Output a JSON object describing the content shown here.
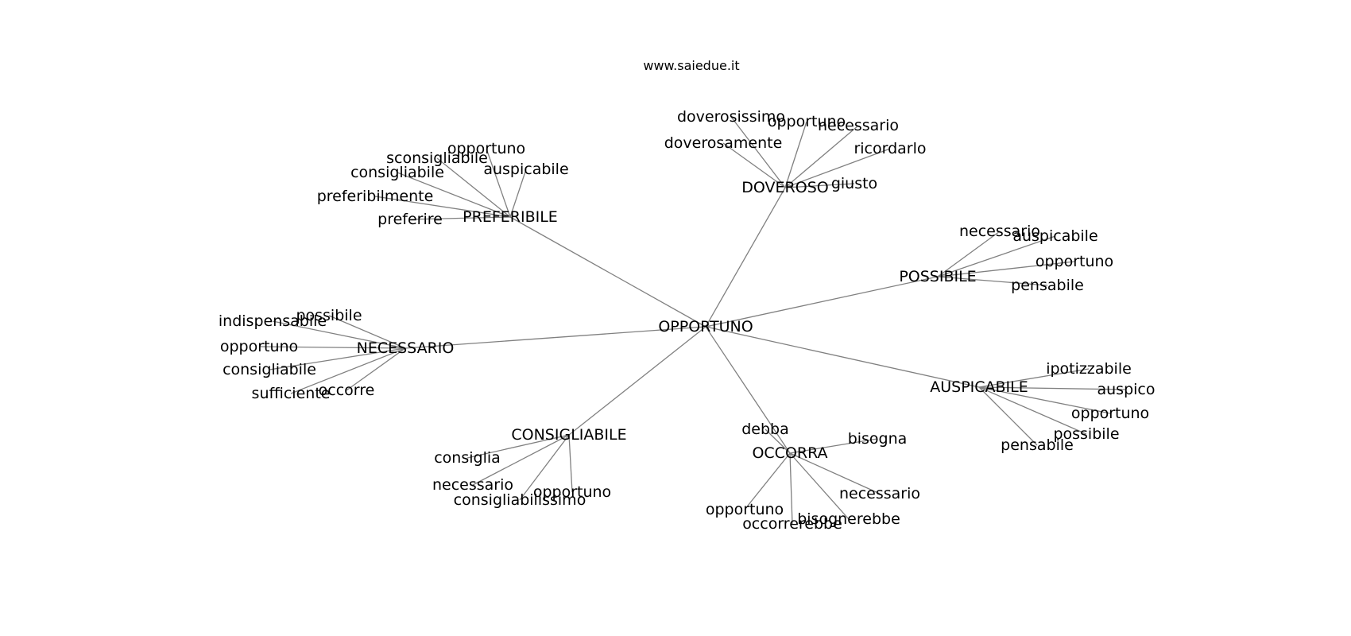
{
  "site_title": "www.saiedue.it",
  "graph": {
    "root": "OPPORTUNO",
    "groups": [
      {
        "label": "DOVEROSO",
        "children": [
          "doverosissimo",
          "opportuno",
          "necessario",
          "doverosamente",
          "ricordarlo",
          "giusto"
        ]
      },
      {
        "label": "PREFERIBILE",
        "children": [
          "opportuno",
          "sconsigliabile",
          "consigliabile",
          "auspicabile",
          "preferibilmente",
          "preferire"
        ]
      },
      {
        "label": "POSSIBILE",
        "children": [
          "necessario",
          "auspicabile",
          "opportuno",
          "pensabile"
        ]
      },
      {
        "label": "NECESSARIO",
        "children": [
          "possibile",
          "indispensabile",
          "opportuno",
          "consigliabile",
          "sufficiente",
          "occorre"
        ]
      },
      {
        "label": "AUSPICABILE",
        "children": [
          "ipotizzabile",
          "auspico",
          "opportuno",
          "possibile",
          "pensabile"
        ]
      },
      {
        "label": "CONSIGLIABILE",
        "children": [
          "consiglia",
          "necessario",
          "consigliabilissimo",
          "opportuno"
        ]
      },
      {
        "label": "OCCORRA",
        "children": [
          "debba",
          "bisogna",
          "necessario",
          "opportuno",
          "occorrerebbe",
          "bisognerebbe"
        ]
      }
    ]
  }
}
